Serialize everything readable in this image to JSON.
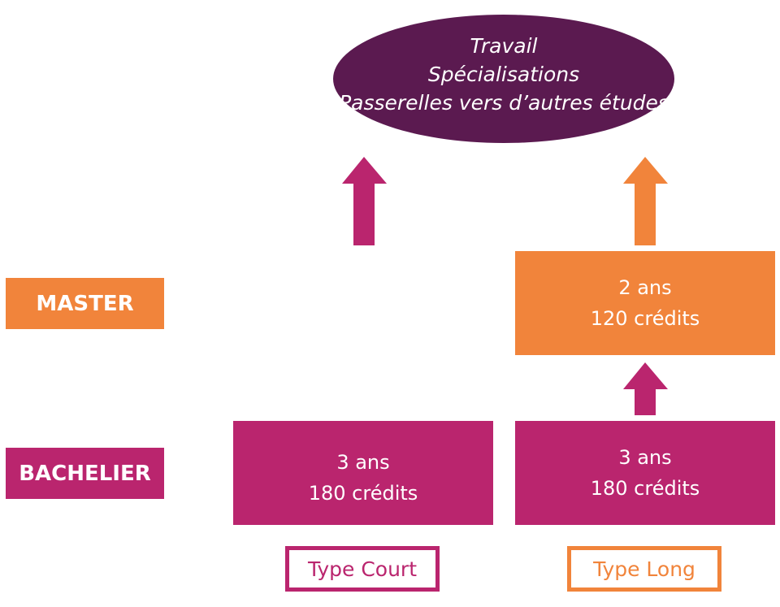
{
  "outcomes": {
    "lines": [
      "Travail",
      "Spécialisations",
      "Passerelles vers d’autres études"
    ]
  },
  "levels": {
    "master": "MASTER",
    "bachelier": "BACHELIER"
  },
  "master_long": {
    "duration": "2 ans",
    "credits": "120 crédits"
  },
  "bachelier_court": {
    "duration": "3 ans",
    "credits": "180 crédits"
  },
  "bachelier_long": {
    "duration": "3 ans",
    "credits": "180 crédits"
  },
  "types": {
    "court": "Type Court",
    "long": "Type Long"
  },
  "colors": {
    "purple_dark": "#5b1a50",
    "magenta": "#ba256e",
    "orange": "#f1843b"
  }
}
